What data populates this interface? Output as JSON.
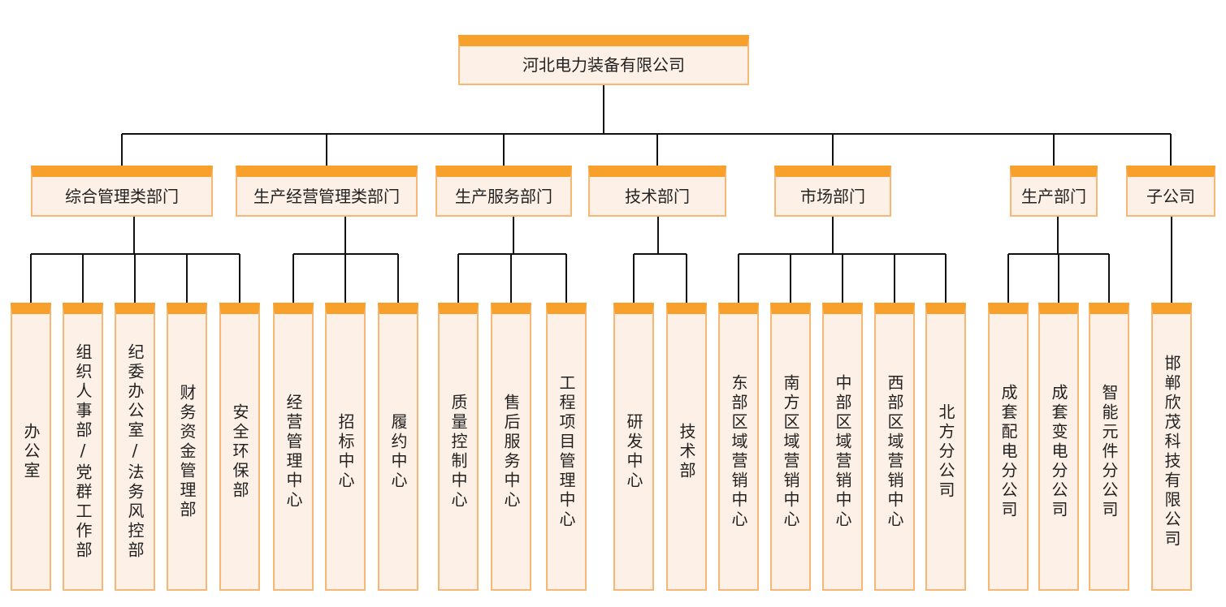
{
  "chart_data": {
    "type": "org-chart",
    "root": "河北电力装备有限公司",
    "departments": [
      {
        "name": "综合管理类部门",
        "children": [
          "办公室",
          "组织人事部/党群工作部",
          "纪委办公室/法务风控部",
          "财务资金管理部",
          "安全环保部"
        ]
      },
      {
        "name": "生产经营管理类部门",
        "children": [
          "经营管理中心",
          "招标中心",
          "履约中心"
        ]
      },
      {
        "name": "生产服务部门",
        "children": [
          "质量控制中心",
          "售后服务中心",
          "工程项目管理中心"
        ]
      },
      {
        "name": "技术部门",
        "children": [
          "研发中心",
          "技术部"
        ]
      },
      {
        "name": "市场部门",
        "children": [
          "东部区域营销中心",
          "南方区域营销中心",
          "中部区域营销中心",
          "西部区域营销中心",
          "北方分公司"
        ]
      },
      {
        "name": "生产部门",
        "children": [
          "成套配电分公司",
          "成套变电分公司",
          "智能元件分公司"
        ]
      },
      {
        "name": "子公司",
        "children": [
          "邯郸欣茂科技有限公司"
        ]
      }
    ]
  },
  "colors": {
    "header_bar": "#f7a02c",
    "box_fill": "#fdf0e7",
    "box_border": "#f7b876",
    "line": "#111111"
  }
}
